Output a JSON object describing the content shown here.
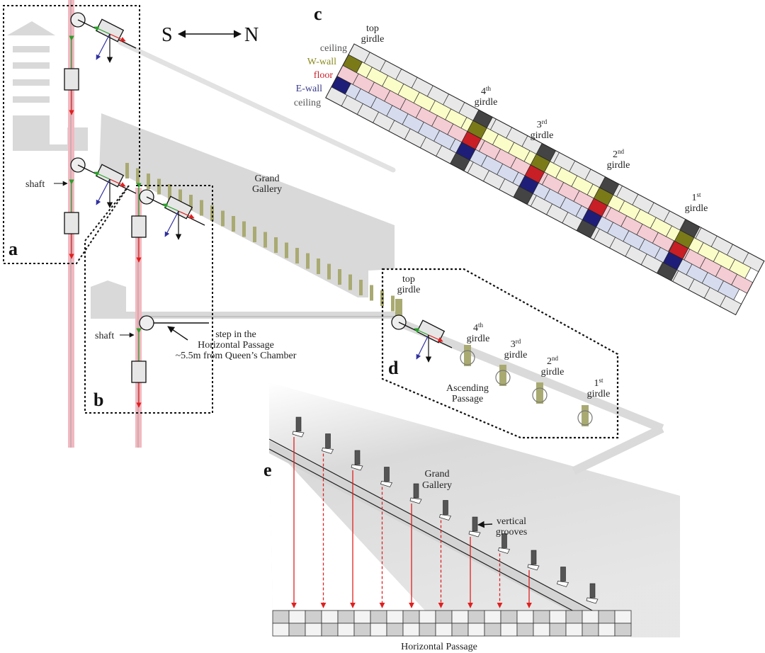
{
  "direction": {
    "south": "S",
    "north": "N"
  },
  "panels": {
    "a": "a",
    "b": "b",
    "c": "c",
    "d": "d",
    "e": "e"
  },
  "overview": {
    "grand_gallery": [
      "Grand",
      "Gallery"
    ],
    "shaft_a": "shaft",
    "shaft_b": "shaft",
    "step_note": [
      "step in the",
      "Horizontal Passage",
      "~5.5m from Queen’s Chamber"
    ]
  },
  "panel_c": {
    "strip_labels": [
      {
        "text": "ceiling",
        "color": "#555555"
      },
      {
        "text": "W-wall",
        "color": "#8a8a1e"
      },
      {
        "text": "floor",
        "color": "#c8202a"
      },
      {
        "text": "E-wall",
        "color": "#3a3a8a"
      },
      {
        "text": "ceiling",
        "color": "#555555"
      }
    ],
    "strip_colors": [
      "#e8e8e8",
      "#fbfdc8",
      "#f4ccd3",
      "#d6dcee",
      "#e8e8e8"
    ],
    "girdle_colors": [
      "#444444",
      "#7a7a18",
      "#c81e26",
      "#1e1e78",
      "#444444"
    ],
    "girdles": [
      {
        "num": "top",
        "sup": "",
        "word": "girdle"
      },
      {
        "num": "4",
        "sup": "th",
        "word": "girdle"
      },
      {
        "num": "3",
        "sup": "rd",
        "word": "girdle"
      },
      {
        "num": "2",
        "sup": "nd",
        "word": "girdle"
      },
      {
        "num": "1",
        "sup": "st",
        "word": "girdle"
      }
    ]
  },
  "panel_d": {
    "girdles": [
      {
        "num": "top",
        "sup": "",
        "word": "girdle"
      },
      {
        "num": "4",
        "sup": "th",
        "word": "girdle"
      },
      {
        "num": "3",
        "sup": "rd",
        "word": "girdle"
      },
      {
        "num": "2",
        "sup": "nd",
        "word": "girdle"
      },
      {
        "num": "1",
        "sup": "st",
        "word": "girdle"
      }
    ],
    "passage": [
      "Ascending",
      "Passage"
    ]
  },
  "panel_e": {
    "grand_gallery": [
      "Grand",
      "Gallery"
    ],
    "grooves": [
      "vertical",
      "grooves"
    ],
    "horizontal_passage": "Horizontal Passage"
  },
  "colors": {
    "shaft": "#f2b8c0",
    "stone": "#d9d9d9",
    "groove_olive": "#a9aa72",
    "arrow_red": "#e02020",
    "arrow_green": "#2aa02a",
    "arrow_blue": "#3030a0"
  }
}
